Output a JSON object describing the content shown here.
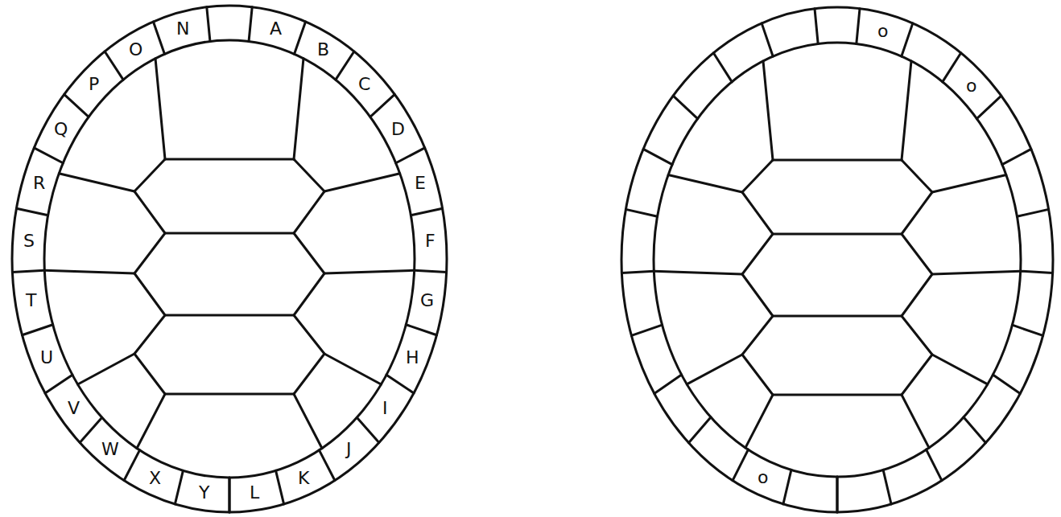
{
  "diagram": {
    "labels": [
      "N",
      "A",
      "B",
      "C",
      "D",
      "E",
      "F",
      "G",
      "H",
      "I",
      "J",
      "K",
      "L",
      "Y",
      "X",
      "W",
      "V",
      "U",
      "T",
      "S",
      "R",
      "Q",
      "P",
      "O",
      "o",
      "o",
      "o"
    ]
  }
}
